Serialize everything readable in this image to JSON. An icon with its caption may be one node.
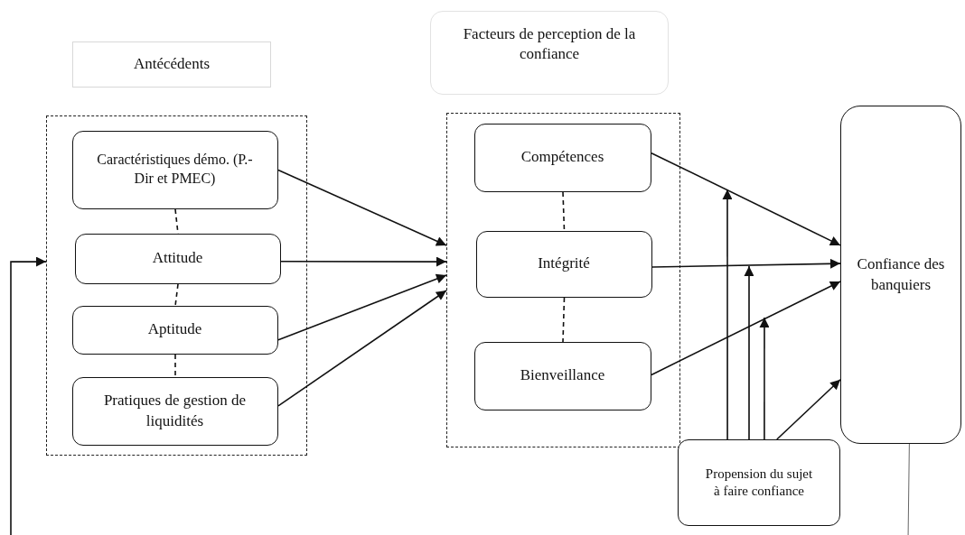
{
  "diagram": {
    "nodes": [
      {
        "text": [
          "Antécédents"
        ]
      },
      {
        "text": [
          "Facteurs de perception de la confiance"
        ]
      },
      {
        "text": [],
        "shape": "box"
      },
      {
        "text": [
          "Caractéristiques démo. (P.-Dir et PMEC)"
        ],
        "in": 2
      },
      {
        "text": [
          "Attitude"
        ],
        "in": 2
      },
      {
        "text": [
          "Aptitude"
        ],
        "in": 2
      },
      {
        "text": [
          "Pratiques de gestion de liquidités"
        ],
        "in": 2
      },
      {
        "text": [],
        "shape": "box"
      },
      {
        "text": [
          "Compétences"
        ],
        "in": 7
      },
      {
        "text": [
          "Intégrité"
        ],
        "in": 7
      },
      {
        "text": [
          "Bienveillance"
        ],
        "in": 7
      },
      {
        "text": [
          "Confiance des banquiers"
        ]
      },
      {
        "text": [
          "Propension du sujet à faire confiance"
        ]
      }
    ],
    "edges": [
      {
        "from": 3,
        "to": 7,
        "arrow": "to"
      },
      {
        "from": 4,
        "to": 7,
        "arrow": "to"
      },
      {
        "from": 5,
        "to": 7,
        "arrow": "to"
      },
      {
        "from": 6,
        "to": 7,
        "arrow": "to"
      },
      {
        "from": 8,
        "to": 11,
        "arrow": "to"
      },
      {
        "from": 9,
        "to": 11,
        "arrow": "to"
      },
      {
        "from": 10,
        "to": 11,
        "arrow": "to"
      },
      {
        "from": 12,
        "to": 11,
        "arrow": "to"
      },
      {
        "from": 12,
        "to": null,
        "arrow": "to"
      },
      {
        "from": 12,
        "to": null,
        "arrow": "to"
      },
      {
        "from": 12,
        "to": null,
        "arrow": "to"
      },
      {
        "from": 3,
        "to": 4,
        "arrow": "none",
        "style": "dashed"
      },
      {
        "from": 4,
        "to": 5,
        "arrow": "none",
        "style": "dashed"
      },
      {
        "from": 5,
        "to": 6,
        "arrow": "none",
        "style": "dashed"
      },
      {
        "from": 8,
        "to": 9,
        "arrow": "none",
        "style": "dashed"
      },
      {
        "from": 9,
        "to": 10,
        "arrow": "none",
        "style": "dashed"
      },
      {
        "from": 11,
        "to": null,
        "arrow": "none",
        "color": "#666666"
      },
      {
        "from": null,
        "to": 2,
        "arrow": "to"
      }
    ]
  }
}
